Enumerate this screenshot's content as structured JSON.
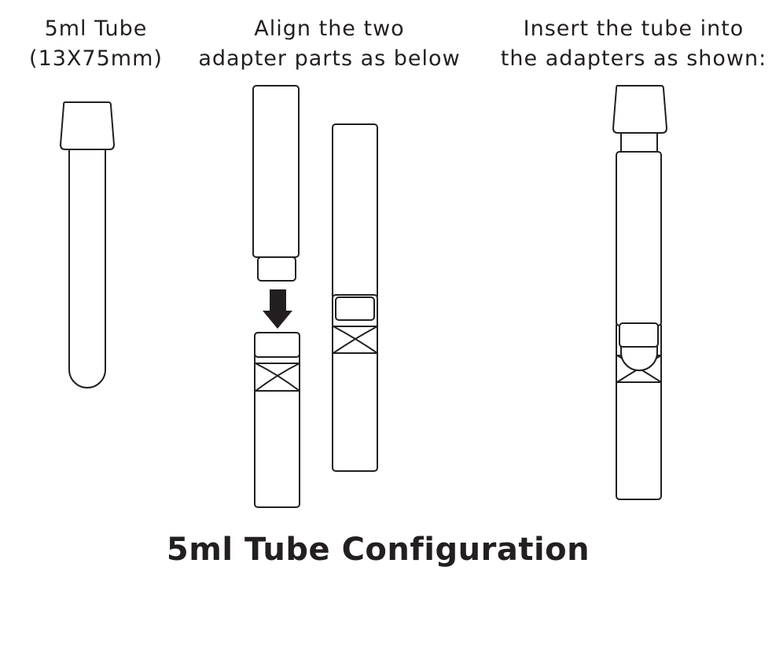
{
  "captions": {
    "tube": {
      "line1": "5ml Tube",
      "line2": "(13X75mm)"
    },
    "align": {
      "line1": "Align the two",
      "line2": "adapter parts as below"
    },
    "insert": {
      "line1": "Insert the tube into",
      "line2": "the adapters as shown:"
    }
  },
  "title": "5ml Tube Configuration",
  "colors": {
    "stroke": "#231f20",
    "background": "#ffffff",
    "arrow": "#231f20"
  },
  "icons": {
    "arrow": "arrow-down-icon"
  }
}
